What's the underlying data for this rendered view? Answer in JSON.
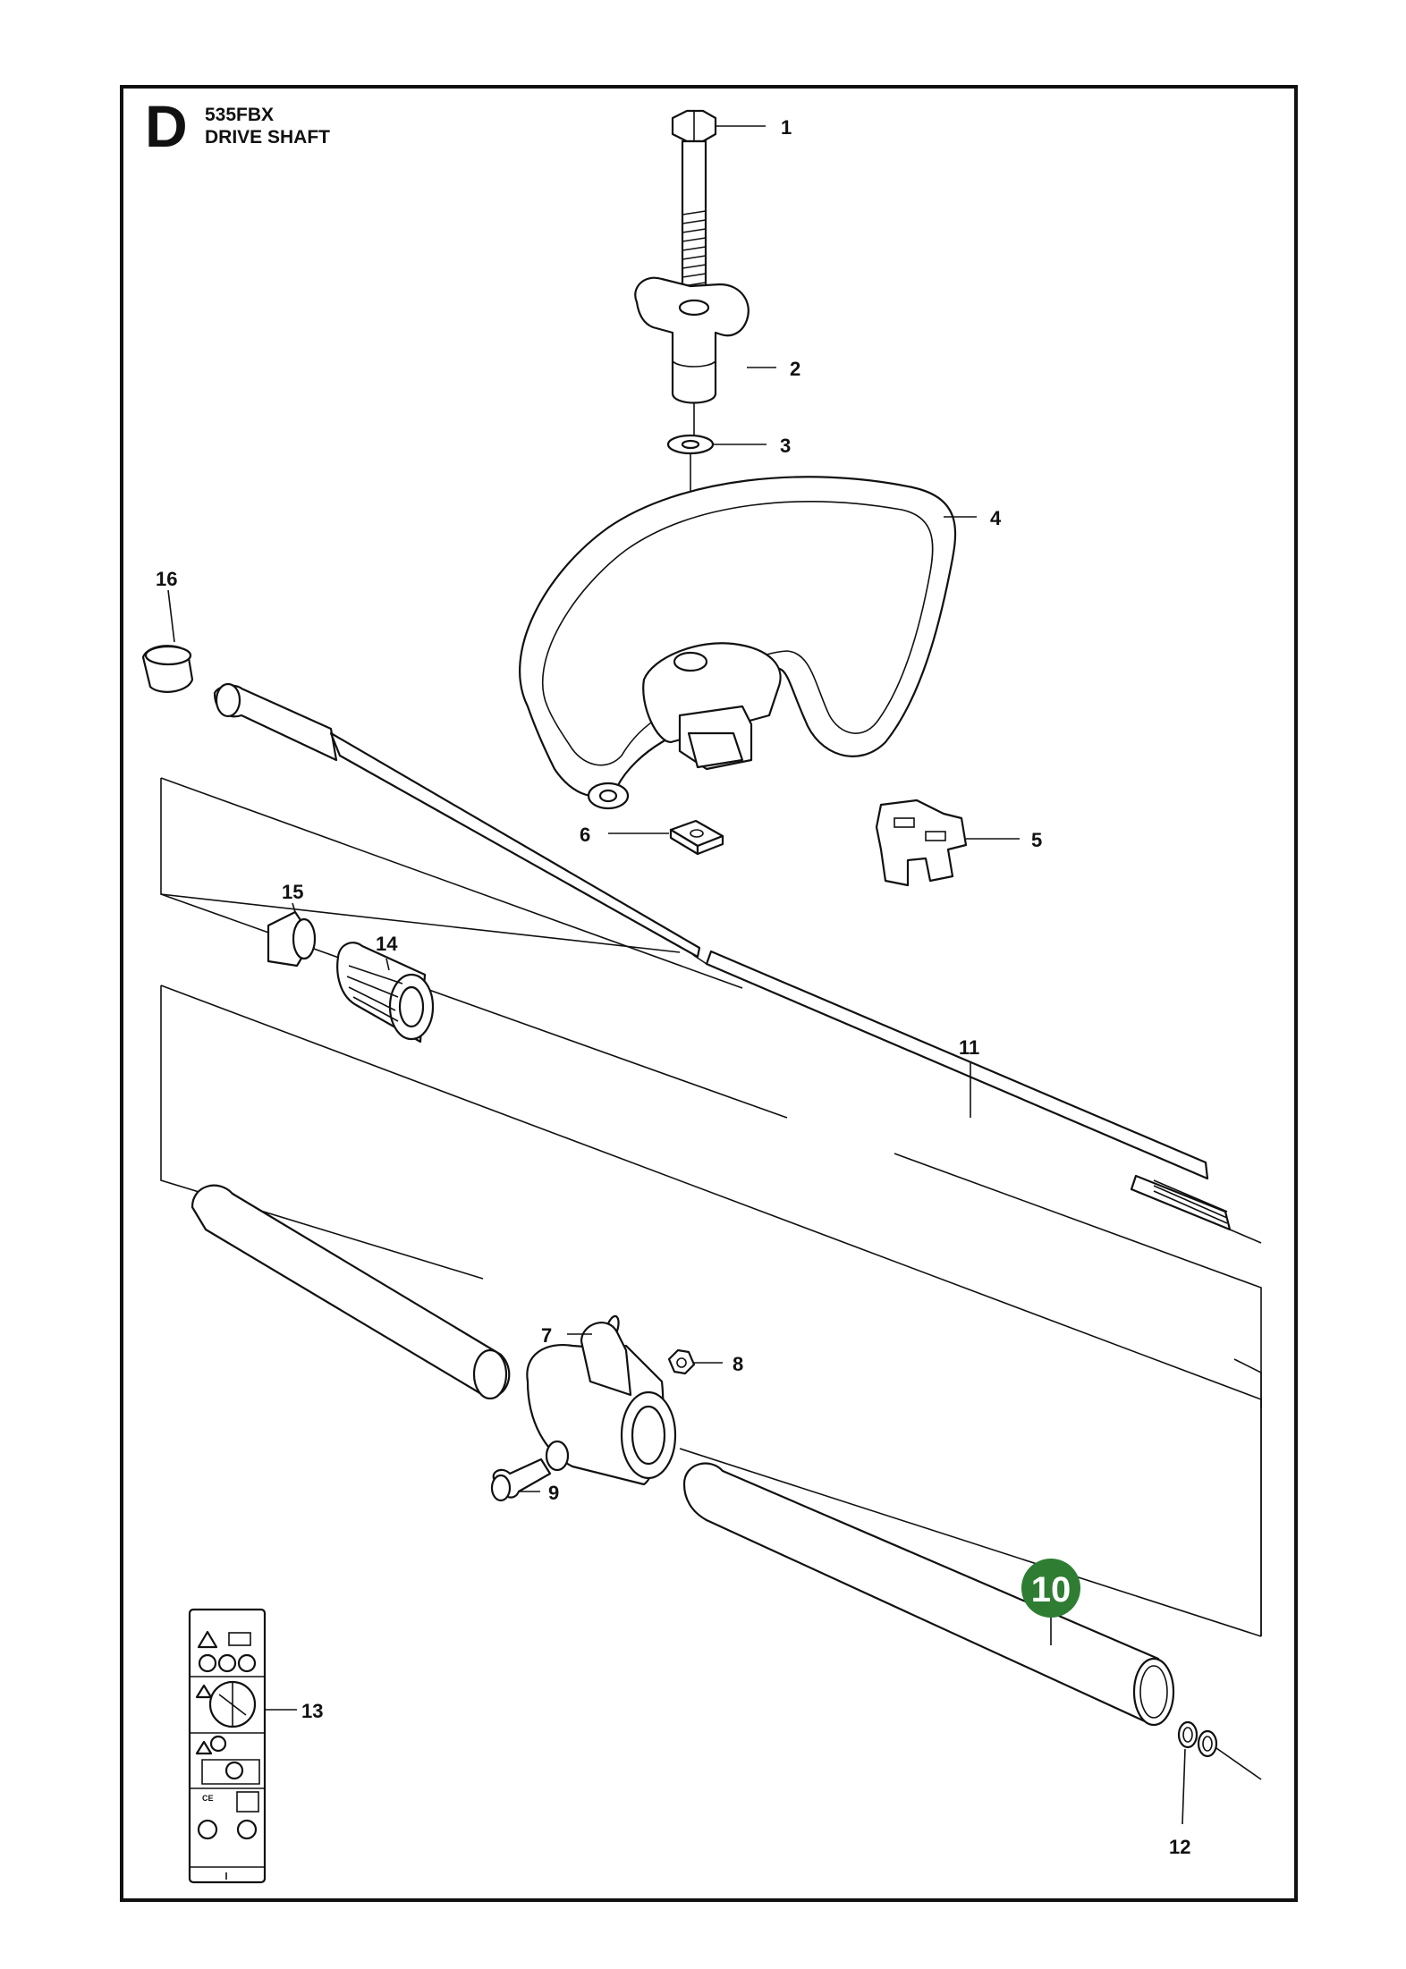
{
  "header": {
    "section_letter": "D",
    "model": "535FBX",
    "title": "DRIVE SHAFT"
  },
  "callouts": [
    {
      "number": "1"
    },
    {
      "number": "2"
    },
    {
      "number": "3"
    },
    {
      "number": "4"
    },
    {
      "number": "5"
    },
    {
      "number": "6"
    },
    {
      "number": "7"
    },
    {
      "number": "8"
    },
    {
      "number": "9"
    },
    {
      "number": "10",
      "highlighted": true
    },
    {
      "number": "11"
    },
    {
      "number": "12"
    },
    {
      "number": "13"
    },
    {
      "number": "14"
    },
    {
      "number": "15"
    },
    {
      "number": "16"
    }
  ],
  "colors": {
    "highlight": "#2e7d32",
    "line": "#111111",
    "background": "#ffffff"
  }
}
